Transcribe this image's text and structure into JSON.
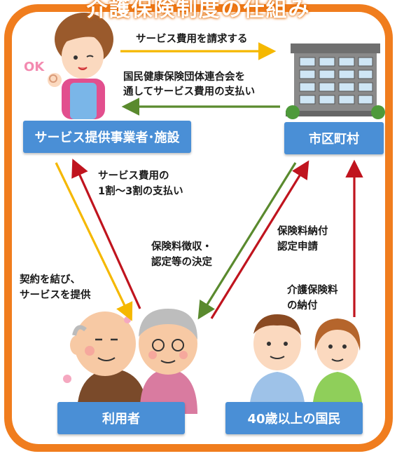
{
  "title": "介護保険制度の仕組み",
  "boxes": {
    "provider": "サービス提供事業者･施設",
    "municipality": "市区町村",
    "user": "利用者",
    "citizens": "40歳以上の国民"
  },
  "labels": {
    "bill": "サービス費用を請求する",
    "pay_via_1": "国民健康保険団体連合会を",
    "pay_via_2": "通してサービス費用の支払い",
    "copay_1": "サービス費用の",
    "copay_2": "1割～3割の支払い",
    "decide_1": "保険料徴収・",
    "decide_2": "認定等の決定",
    "contract_1": "契約を結び、",
    "contract_2": "サービスを提供",
    "apply_1": "保険料納付",
    "apply_2": "認定申請",
    "premium_1": "介護保険料",
    "premium_2": "の納付"
  },
  "ok_text": "OK",
  "colors": {
    "frame": "#f07d1e",
    "box": "#4a8fd6",
    "arrow_yellow": "#f5b800",
    "arrow_green": "#5a8a2e",
    "arrow_red": "#c0141e"
  }
}
